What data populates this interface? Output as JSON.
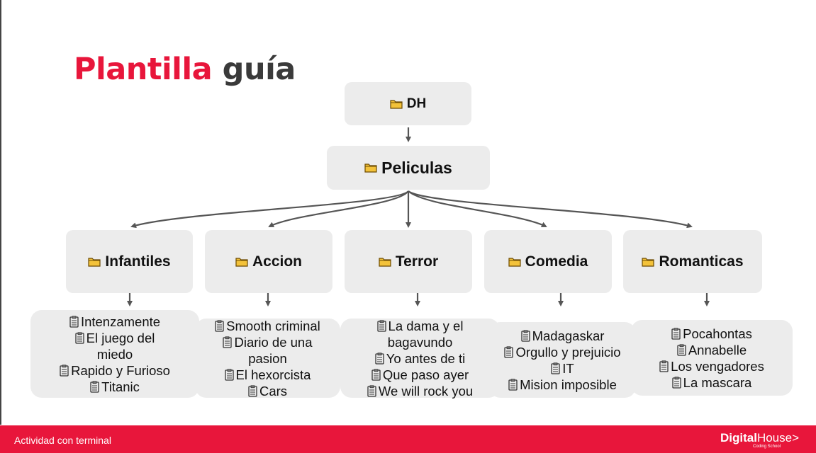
{
  "title": {
    "word1": "Plantilla",
    "word2": "guía"
  },
  "root": {
    "label": "DH",
    "icon": "folder-icon"
  },
  "main": {
    "label": "Peliculas",
    "icon": "folder-icon"
  },
  "categories": [
    {
      "label": "Infantiles",
      "items": [
        "Intenzamente",
        "El juego del",
        "miedo",
        "Rapido y Furioso",
        "Titanic"
      ],
      "item_icons": [
        true,
        true,
        false,
        true,
        true
      ]
    },
    {
      "label": "Accion",
      "items": [
        "Smooth criminal",
        "Diario de una",
        "pasion",
        "El hexorcista",
        "Cars"
      ],
      "item_icons": [
        true,
        true,
        false,
        true,
        true
      ]
    },
    {
      "label": "Terror",
      "items": [
        "La dama y el",
        "bagavundo",
        "Yo antes de ti",
        "Que paso ayer",
        "We will rock you"
      ],
      "item_icons": [
        true,
        false,
        true,
        true,
        true
      ]
    },
    {
      "label": "Comedia",
      "items": [
        "Madagaskar",
        "Orgullo y prejuicio",
        "IT",
        "Mision imposible"
      ],
      "item_icons": [
        true,
        true,
        true,
        true
      ]
    },
    {
      "label": "Romanticas",
      "items": [
        "Pocahontas",
        "Annabelle",
        "Los vengadores",
        "La mascara"
      ],
      "item_icons": [
        true,
        true,
        true,
        true
      ]
    }
  ],
  "footer": {
    "text": "Actividad con terminal",
    "logo_bold": "Digital",
    "logo_rest": "House",
    "logo_arrow": ">",
    "logo_sub": "Coding School"
  },
  "colors": {
    "accent": "#e8163b",
    "box": "#ececec",
    "text": "#111111"
  }
}
